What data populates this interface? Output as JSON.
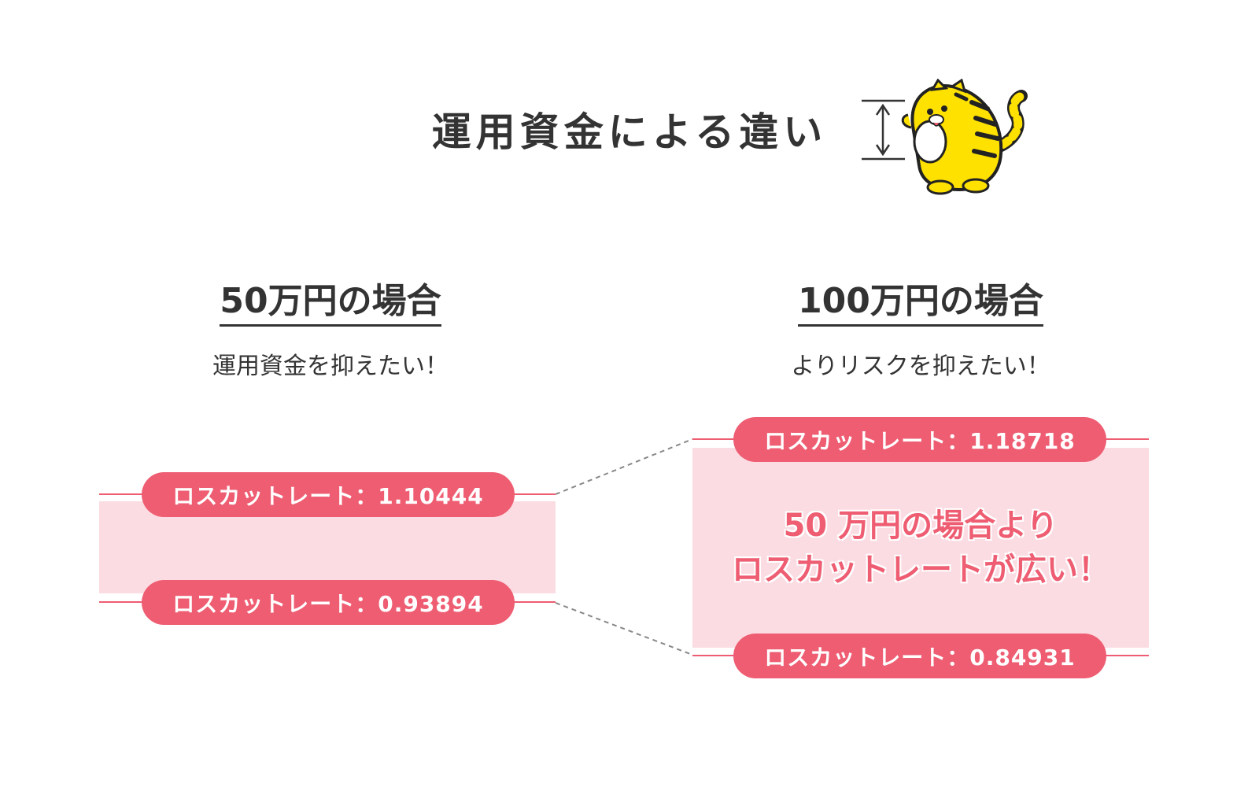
{
  "title": "運用資金による違い",
  "left": {
    "heading": "50万円の場合",
    "subtitle": "運用資金を抑えたい！",
    "upper_rate": "ロスカットレート：1.10444",
    "lower_rate": "ロスカットレート：0.93894"
  },
  "right": {
    "heading": "100万円の場合",
    "subtitle": "よりリスクを抑えたい！",
    "upper_rate": "ロスカットレート：1.18718",
    "lower_rate": "ロスカットレート：0.84931",
    "callout_line1": "50 万円の場合より",
    "callout_line2": "ロスカットレートが広い！"
  },
  "colors": {
    "accent": "#ee5d72",
    "band": "#fbdce2",
    "text": "#333333",
    "mascot_yellow": "#ffe100"
  },
  "icons": {
    "mascot": "tiger-mascot-icon",
    "measure": "height-measure-arrow-icon"
  }
}
